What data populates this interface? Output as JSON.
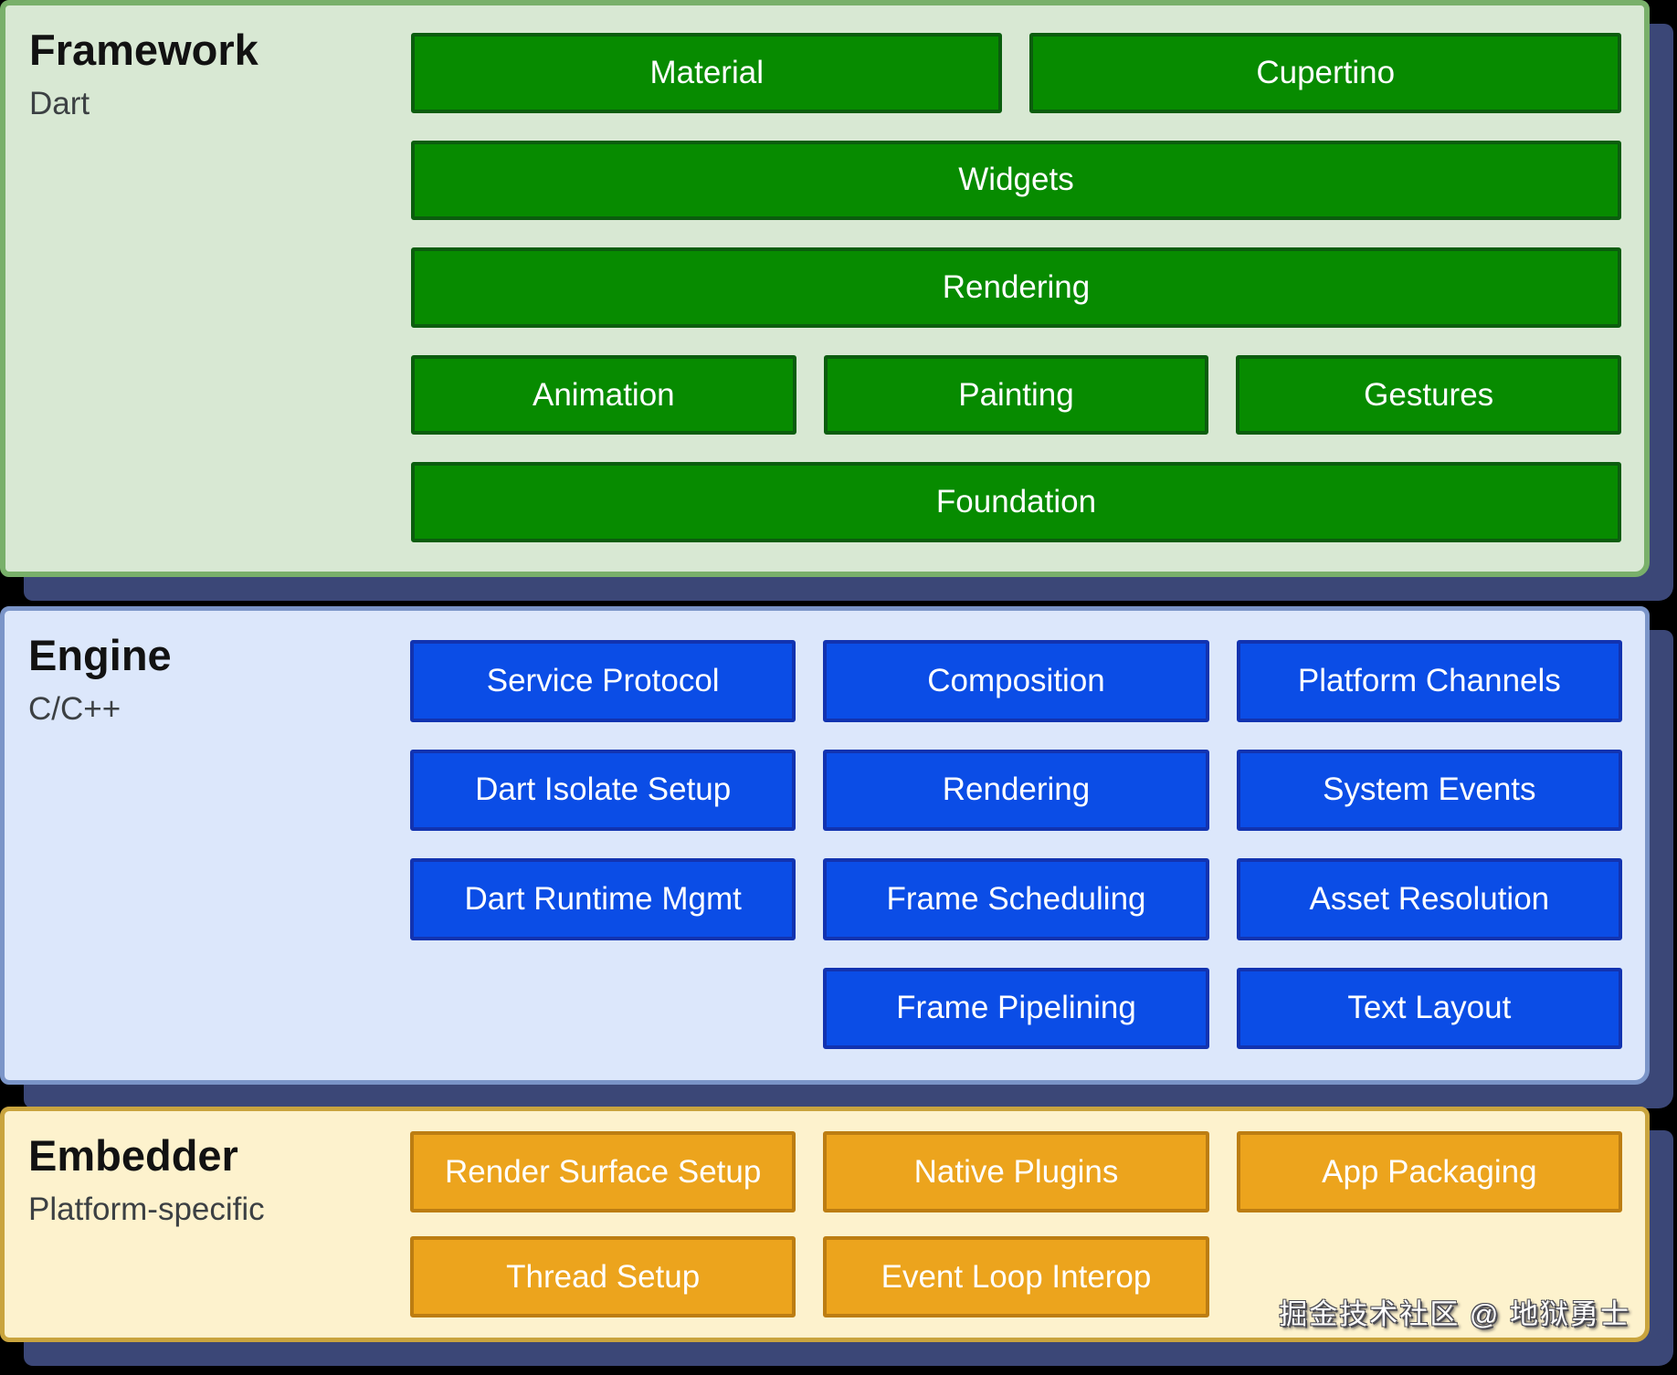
{
  "framework": {
    "title": "Framework",
    "subtitle": "Dart",
    "boxes": {
      "material": "Material",
      "cupertino": "Cupertino",
      "widgets": "Widgets",
      "rendering": "Rendering",
      "animation": "Animation",
      "painting": "Painting",
      "gestures": "Gestures",
      "foundation": "Foundation"
    }
  },
  "engine": {
    "title": "Engine",
    "subtitle": "C/C++",
    "boxes": {
      "service_protocol": "Service Protocol",
      "composition": "Composition",
      "platform_channels": "Platform Channels",
      "dart_isolate_setup": "Dart Isolate Setup",
      "rendering": "Rendering",
      "system_events": "System Events",
      "dart_runtime_mgmt": "Dart Runtime Mgmt",
      "frame_scheduling": "Frame Scheduling",
      "asset_resolution": "Asset Resolution",
      "frame_pipelining": "Frame Pipelining",
      "text_layout": "Text Layout"
    }
  },
  "embedder": {
    "title": "Embedder",
    "subtitle": "Platform-specific",
    "boxes": {
      "render_surface_setup": "Render Surface Setup",
      "native_plugins": "Native Plugins",
      "app_packaging": "App Packaging",
      "thread_setup": "Thread Setup",
      "event_loop_interop": "Event Loop Interop"
    }
  },
  "watermark": "掘金技术社区 @ 地狱勇士",
  "colors": {
    "shadow": "#3b4777",
    "framework_bg": "#d8e8d3",
    "framework_border": "#79b06a",
    "framework_box_bg": "#078b00",
    "framework_box_border": "#0b5d0e",
    "engine_bg": "#dce7fb",
    "engine_border": "#7b95c8",
    "engine_box_bg": "#0b4de6",
    "engine_box_border": "#1233b0",
    "embedder_bg": "#fdf2cd",
    "embedder_border": "#c9a43e",
    "embedder_box_bg": "#eca41d",
    "embedder_box_border": "#bc7d12",
    "box_text": "#ffffff"
  }
}
